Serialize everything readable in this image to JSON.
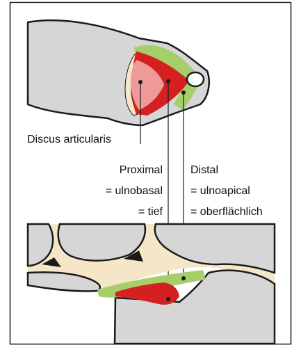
{
  "labels": {
    "discus": "Discus articularis",
    "proximal": "Proximal",
    "ulnobasal": "= ulnobasal",
    "tief": "= tief",
    "distal": "Distal",
    "ulnoapical": "= ulnoapical",
    "oberflaechlich": "= oberflächlich"
  },
  "colors": {
    "bone": "#d6d6d6",
    "outline": "#1a1a1a",
    "ligament_red": "#d42020",
    "disc_pink": "#ef9a9a",
    "green": "#a6cf6b",
    "cartilage": "#f5e6c8",
    "background": "#ffffff"
  }
}
